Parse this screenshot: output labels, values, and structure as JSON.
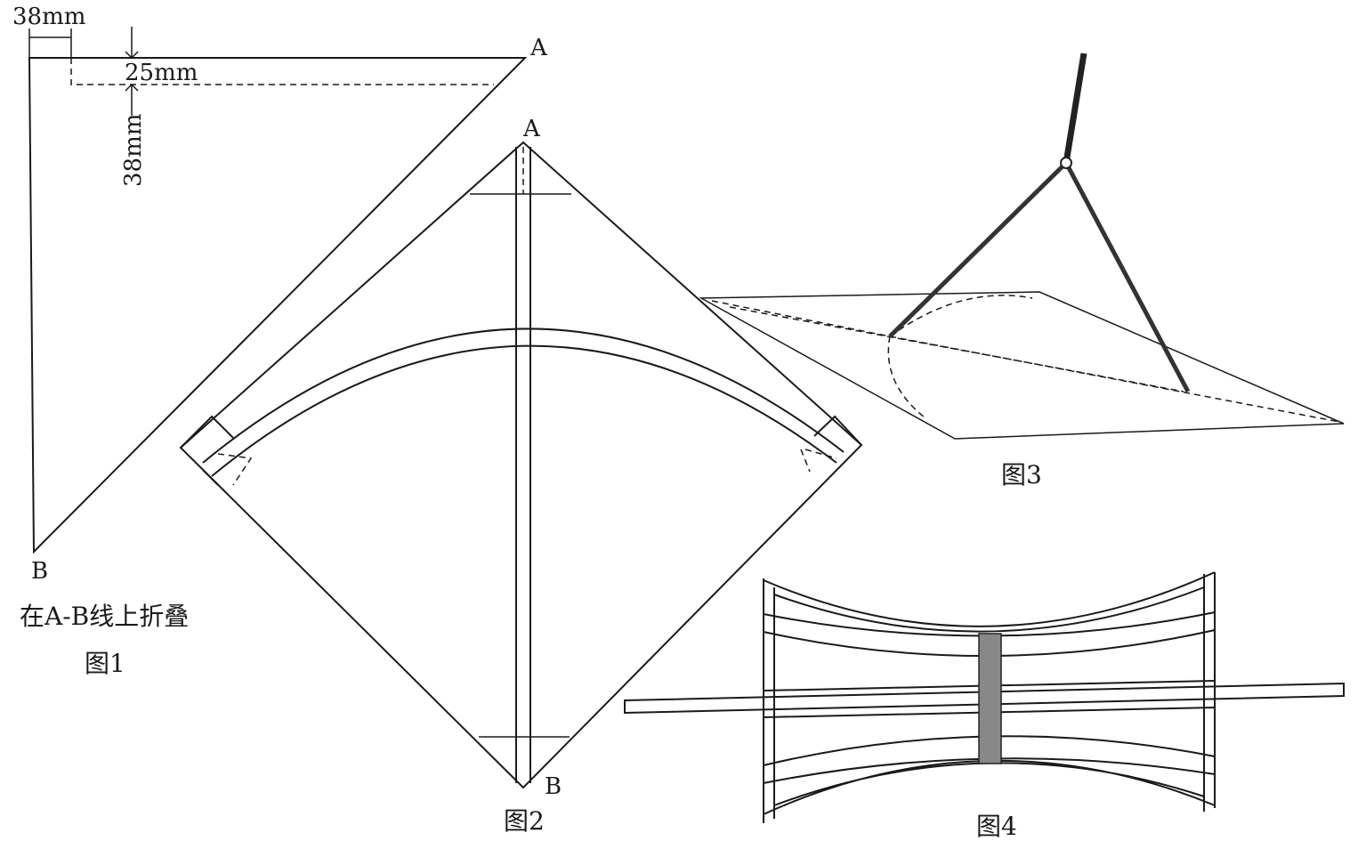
{
  "figure1": {
    "dim_width": "38mm",
    "dim_margin": "25mm",
    "dim_height": "38mm",
    "point_a": "A",
    "point_b": "B",
    "instruction": "在A-B线上折叠",
    "caption": "图1"
  },
  "figure2": {
    "point_a": "A",
    "point_b": "B",
    "caption": "图2"
  },
  "figure3": {
    "caption": "图3"
  },
  "figure4": {
    "caption": "图4"
  }
}
